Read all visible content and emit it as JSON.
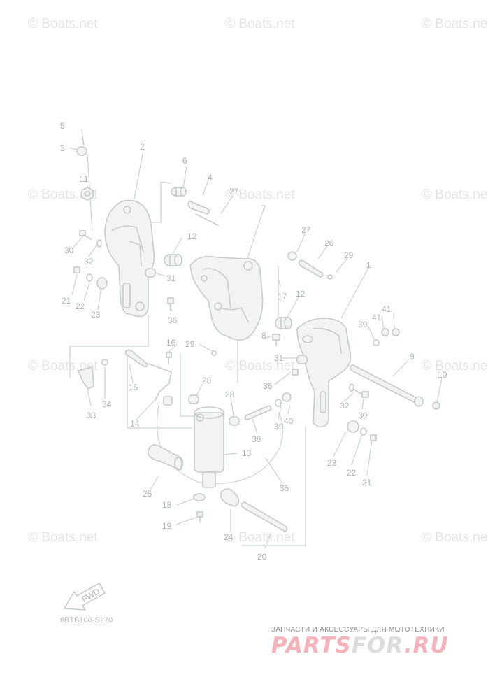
{
  "watermark": "© Boats.net",
  "diagram_code": "6BTB100-S270",
  "fwd_label": "FWD",
  "footer": {
    "tagline": "ЗАПЧАСТИ И АКСЕССУАРЫ ДЛЯ МОТОТЕХНИКИ",
    "brand_part1": "PARTS",
    "brand_part2": "FOR",
    "brand_part3": ".RU"
  },
  "colors": {
    "line": "#c5ccca",
    "watermark": "#e1e5e3",
    "brand_pink": "#f3b3bb",
    "brand_gray": "#dcdcdc"
  },
  "callouts": {
    "c1": "1",
    "c2": "2",
    "c3": "3",
    "c4": "4",
    "c5": "5",
    "c6": "6",
    "c7": "7",
    "c8": "8",
    "c9": "9",
    "c10": "10",
    "c11": "11",
    "c12a": "12",
    "c12b": "12",
    "c13": "13",
    "c14": "14",
    "c15": "15",
    "c16": "16",
    "c17": "17",
    "c18": "18",
    "c19": "19",
    "c20": "20",
    "c21a": "21",
    "c21b": "21",
    "c22a": "22",
    "c22b": "22",
    "c23a": "23",
    "c23b": "23",
    "c24": "24",
    "c25": "25",
    "c26": "26",
    "c27a": "27",
    "c27b": "27",
    "c28a": "28",
    "c28b": "28",
    "c29a": "29",
    "c29b": "29",
    "c30a": "30",
    "c30b": "30",
    "c31a": "31",
    "c31b": "31",
    "c32a": "32",
    "c32b": "32",
    "c33": "33",
    "c34": "34",
    "c35": "35",
    "c36a": "36",
    "c36b": "36",
    "c38": "38",
    "c39a": "39",
    "c39b": "39",
    "c40": "40",
    "c41a": "41",
    "c41b": "41"
  }
}
